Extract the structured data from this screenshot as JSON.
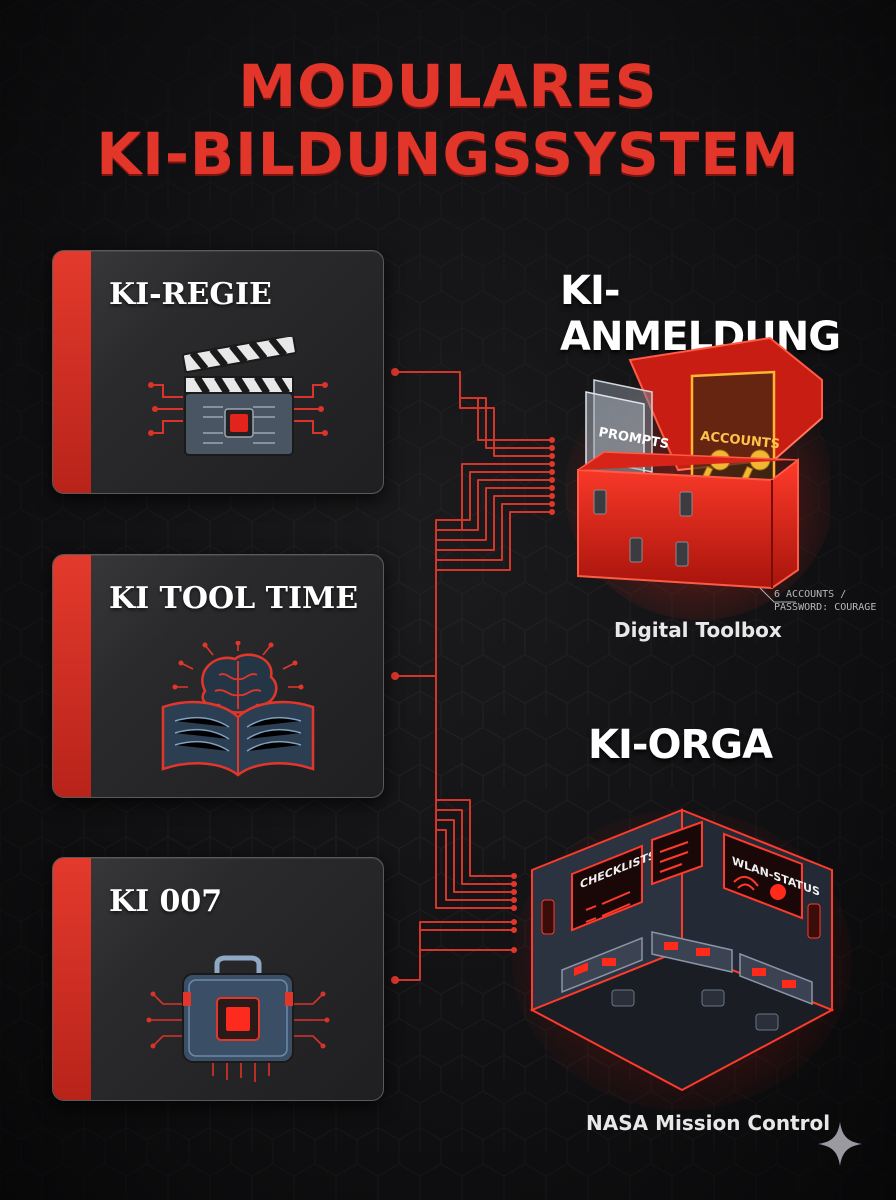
{
  "title": {
    "line1": "MODULARES",
    "line2": "KI-BILDUNGSSYSTEM"
  },
  "cards": [
    {
      "label": "KI-REGIE",
      "icon": "clapperboard-chip-icon"
    },
    {
      "label": "KI TOOL TIME",
      "icon": "brain-book-icon"
    },
    {
      "label": "KI 007",
      "icon": "briefcase-chip-icon"
    }
  ],
  "modules": {
    "anmeldung": {
      "title": "KI-ANMELDUNG",
      "card_prompts": "PROMPTS",
      "card_accounts": "ACCOUNTS",
      "note_line1": "6 ACCOUNTS /",
      "note_line2": "PASSWORD: COURAGE",
      "caption": "Digital Toolbox",
      "icon": "toolbox-icon"
    },
    "orga": {
      "title": "KI-ORGA",
      "screen_checklists": "CHECKLISTS",
      "screen_wlan": "WLAN-STATUS",
      "caption": "NASA Mission Control",
      "icon": "control-room-icon"
    }
  },
  "colors": {
    "accent": "#e3362b",
    "background": "#101012",
    "card": "#2a2a2c",
    "key": "#f2b632"
  }
}
